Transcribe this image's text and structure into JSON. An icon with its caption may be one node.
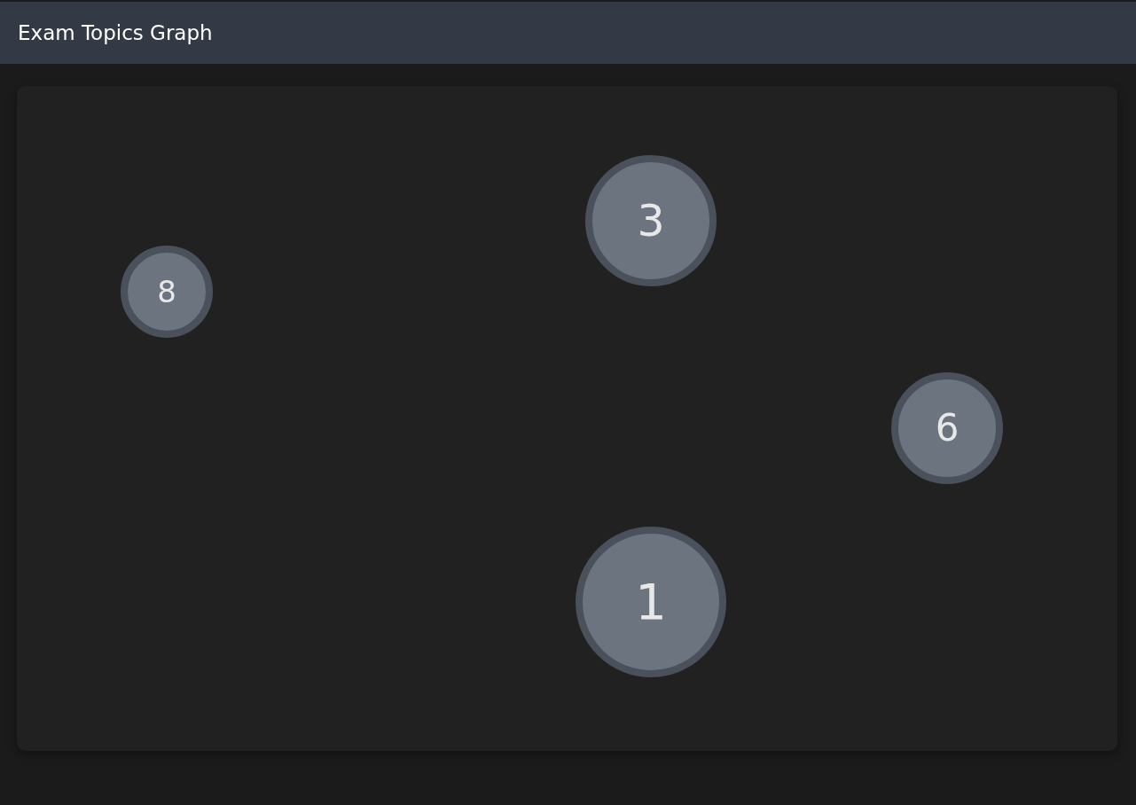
{
  "diagram": {
    "title": "Exam Topics Graph",
    "nodes": [
      {
        "text": [
          "3"
        ]
      },
      {
        "text": [
          "8"
        ]
      },
      {
        "text": [
          "6"
        ]
      },
      {
        "text": [
          "1"
        ]
      }
    ]
  }
}
